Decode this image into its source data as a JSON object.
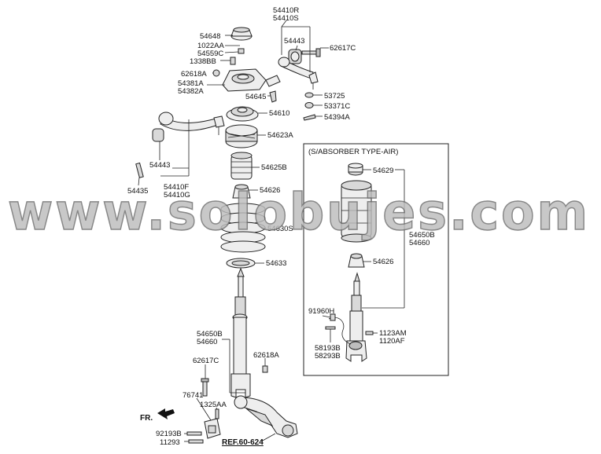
{
  "labels": {
    "p54410R": "54410R",
    "p54410S": "54410S",
    "p54648": "54648",
    "p1022AA": "1022AA",
    "p54559C": "54559C",
    "p1338BB": "1338BB",
    "p62618A_top": "62618A",
    "p54381A": "54381A",
    "p54382A": "54382A",
    "p54443_top": "54443",
    "p62617C_top": "62617C",
    "p54645": "54645",
    "p53725": "53725",
    "p53371C": "53371C",
    "p54610": "54610",
    "p54394A": "54394A",
    "p54623A": "54623A",
    "p54443_left": "54443",
    "p54625B": "54625B",
    "p54435": "54435",
    "p54410F": "54410F",
    "p54410G": "54410G",
    "p54626_main": "54626",
    "p54630S": "54630S",
    "p54633": "54633",
    "p54650B_main": "54650B",
    "p54660_main": "54660",
    "p62618A_bottom": "62618A",
    "p62617C_bottom": "62617C",
    "p76741": "76741",
    "p1325AA": "1325AA",
    "p92193B": "92193B",
    "p11293": "11293",
    "fr": "FR.",
    "ref": "REF.60-624",
    "inset_title": "(S/ABSORBER TYPE-AIR)",
    "p54629": "54629",
    "p54650B_inset": "54650B",
    "p54660_inset": "54660",
    "p54626_inset": "54626",
    "p91960H": "91960H",
    "p1123AM": "1123AM",
    "p1120AF": "1120AF",
    "p58193B": "58193B",
    "p58293B": "58293B"
  },
  "watermark": "www.solobujes.com"
}
